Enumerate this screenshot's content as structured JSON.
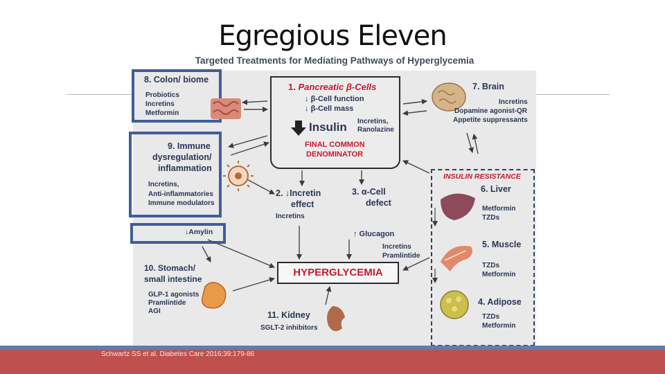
{
  "slide_title": "Egregious Eleven",
  "figure": {
    "subtitle": "Targeted Treatments for Mediating Pathways of Hyperglycemia",
    "pancreatic": {
      "title_num": "1.",
      "title": "Pancreatic β-Cells",
      "line1": "β-Cell function",
      "line2": "β-Cell mass",
      "insulin": "Insulin",
      "treat1": "Incretins,",
      "treat2": "Ranolazine",
      "denominator1": "FINAL COMMON",
      "denominator2": "DENOMINATOR"
    },
    "colon": {
      "title": "8. Colon/ biome",
      "items": [
        "Probiotics",
        "Incretins",
        "Metformin"
      ]
    },
    "immune": {
      "title1": "9.  Immune",
      "title2": "dysregulation/",
      "title3": "inflammation",
      "items": [
        "Incretins,",
        "Anti-inflammatories",
        "Immune modulators"
      ]
    },
    "amylin": "Amylin",
    "stomach": {
      "title1": "10. Stomach/",
      "title2": "small intestine",
      "items": [
        "GLP-1 agonists",
        "Pramlintide",
        "AGI"
      ]
    },
    "incretin_effect": {
      "title1": "2. ↓Incretin",
      "title2": "effect",
      "treat": "Incretins"
    },
    "alpha_cell": {
      "title1": "3. α-Cell",
      "title2": "defect",
      "glucagon": "↑ Glucagon",
      "treat1": "Incretins",
      "treat2": "Pramlintide"
    },
    "hyperglycemia": "HYPERGLYCEMIA",
    "kidney": {
      "title": "11.  Kidney",
      "treat": "SGLT-2 inhibitors"
    },
    "brain": {
      "title": "7. Brain",
      "items": [
        "Incretins",
        "Dopamine agonist-QR",
        "Appetite suppressants"
      ]
    },
    "insulin_resistance": "INSULIN RESISTANCE",
    "liver": {
      "title": "6. Liver",
      "items": [
        "Metformin",
        "TZDs"
      ]
    },
    "muscle": {
      "title": "5. Muscle",
      "items": [
        "TZDs",
        "Metformin"
      ]
    },
    "adipose": {
      "title": "4. Adipose",
      "items": [
        "TZDs",
        "Metformin"
      ]
    }
  },
  "citation": "Schwartz SS et al. Diabetes Care 2016;39:179-86",
  "colors": {
    "accent_blue": "#3f5e99",
    "text_navy": "#2a3556",
    "alert_red": "#c8192e",
    "footer_red": "#c0504d",
    "footer_blue": "#5a7fb0"
  }
}
